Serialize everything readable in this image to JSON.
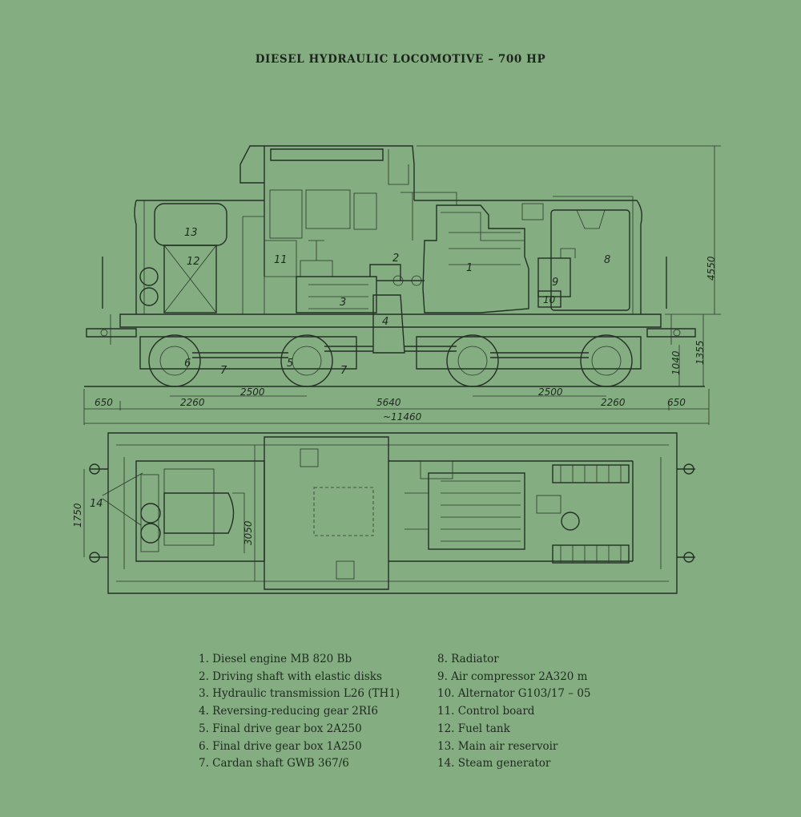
{
  "title": "DIESEL HYDRAULIC LOCOMOTIVE  –  700 HP",
  "side_view": {
    "part_numbers": [
      "13",
      "12",
      "11",
      "2",
      "1",
      "8",
      "9",
      "10",
      "3",
      "4",
      "6",
      "7",
      "5",
      "7"
    ],
    "dimensions": {
      "height_total": "4550",
      "height_buffer": "1355",
      "height_frame": "1040",
      "overhang_left": "650",
      "axle_left": "2260",
      "wheelbase_left": "2500",
      "bogie_centres": "5640",
      "wheelbase_right": "2500",
      "axle_right": "2260",
      "overhang_right": "650",
      "length_total": "~11460"
    }
  },
  "plan_view": {
    "part_number": "14",
    "dimensions": {
      "width_frame": "1750",
      "width_body": "3050"
    }
  },
  "legend": {
    "left": [
      "1. Diesel engine MB 820 Bb",
      "2. Driving  shaft  with  elastic  disks",
      "3. Hydraulic transmission L26 (TH1)",
      "4. Reversing-reducing  gear  2RI6",
      "5. Final  drive  gear  box  2A250",
      "6. Final  drive  gear  box  1A250",
      "7. Cardan shaft GWB 367/6"
    ],
    "right": [
      "8. Radiator",
      "9. Air  compressor  2A320  m",
      "10. Alternator G103/17 – 05",
      "11. Control board",
      "12. Fuel tank",
      "13. Main air reservoir",
      "14. Steam  generator"
    ]
  }
}
